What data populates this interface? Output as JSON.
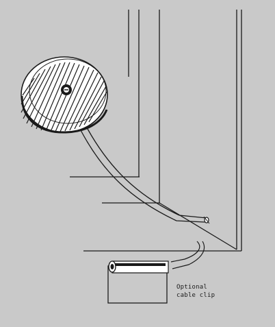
{
  "colors": {
    "background": "#c9c9c9",
    "ink": "#1a1a1a",
    "paper": "#ffffff"
  },
  "labels": {
    "cable_clip_line1": "Optional",
    "cable_clip_line2": "cable clip"
  },
  "icons": [
    "bell-push-button",
    "screw-head",
    "cable-clip"
  ]
}
